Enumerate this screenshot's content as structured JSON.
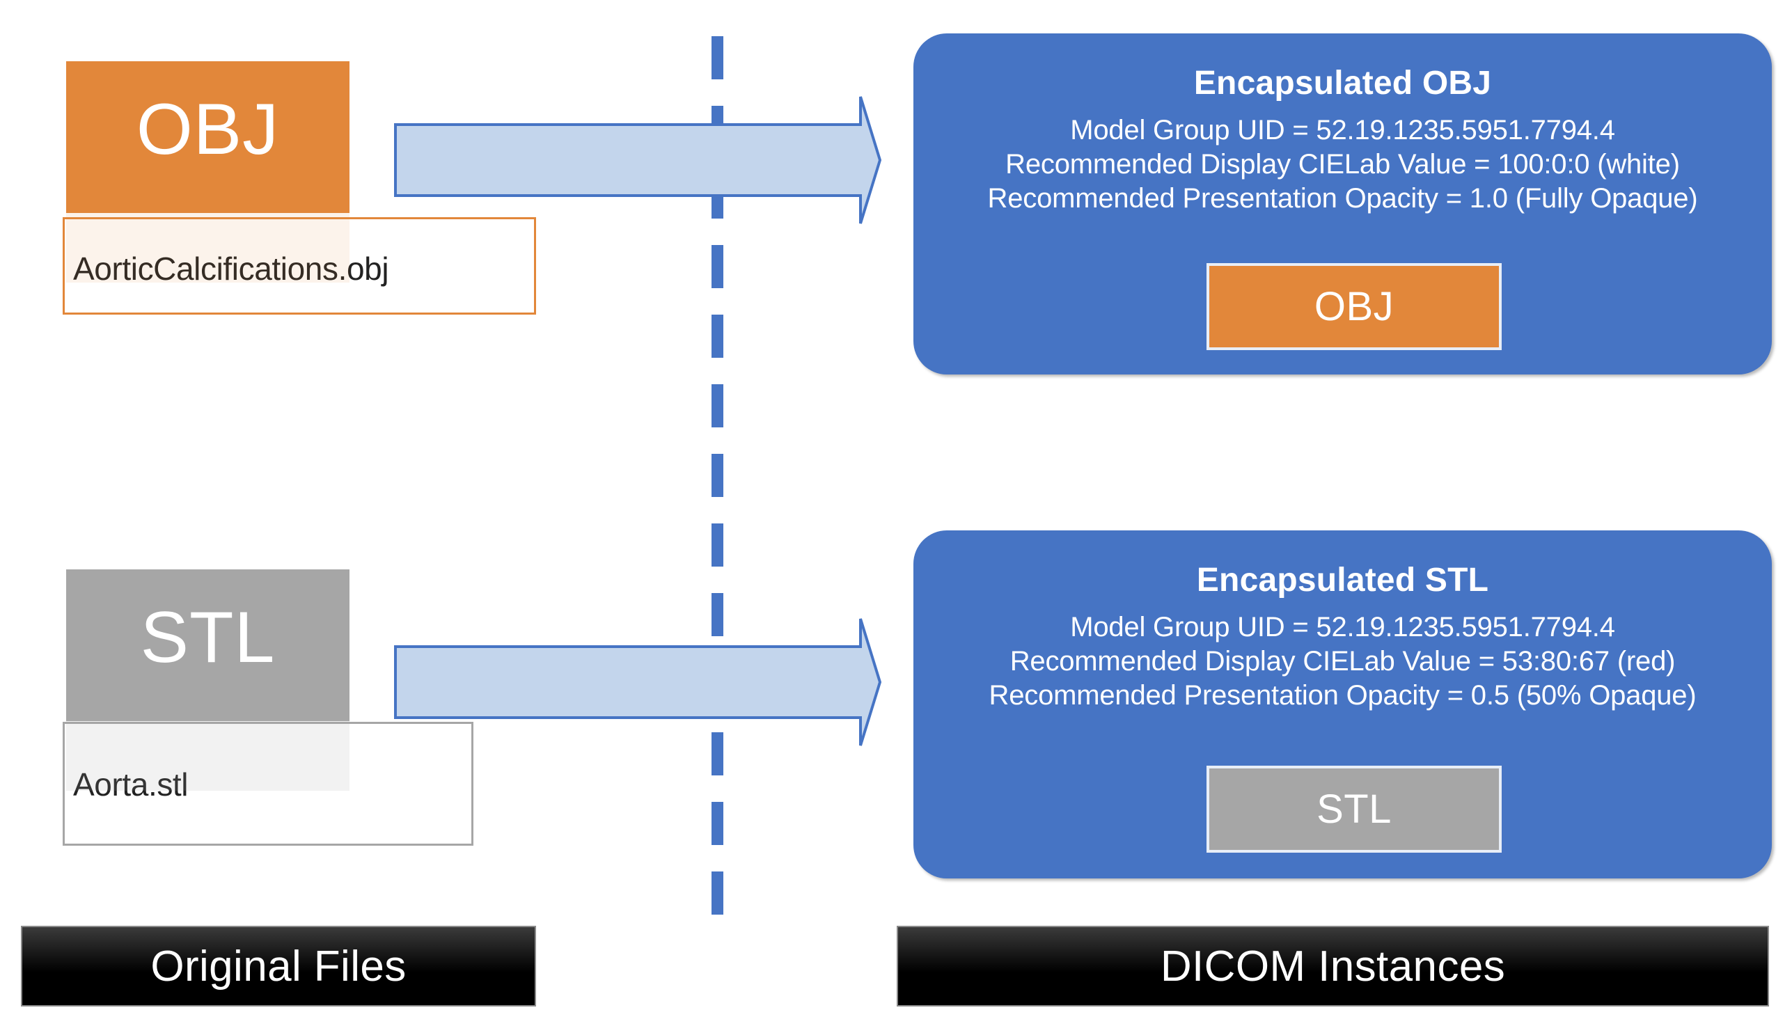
{
  "divider": {
    "name": "vertical-dashed-divider",
    "color": "#4674C4"
  },
  "colors": {
    "panel_blue": "#4674C4",
    "obj_orange": "#E2873A",
    "stl_gray": "#A6A6A6",
    "arrow_fill": "#C3D5EC",
    "arrow_stroke": "#4674C4",
    "banner_black": "#000000"
  },
  "source_files": [
    {
      "format_label": "OBJ",
      "file_name": "AorticCalcifications.obj",
      "tile_color": "#E2873A"
    },
    {
      "format_label": "STL",
      "file_name": "Aorta.stl",
      "tile_color": "#A6A6A6"
    }
  ],
  "arrows": [
    {
      "name": "conversion-arrow-obj"
    },
    {
      "name": "conversion-arrow-stl"
    }
  ],
  "panels": [
    {
      "title": "Encapsulated  OBJ",
      "lines": [
        "Model Group UID = 52.19.1235.5951.7794.4",
        "Recommended Display CIELab Value = 100:0:0  (white)",
        "Recommended Presentation Opacity = 1.0 (Fully Opaque)"
      ],
      "badge_label": "OBJ",
      "badge_color": "#E2873A"
    },
    {
      "title": "Encapsulated  STL",
      "lines": [
        "Model Group UID = 52.19.1235.5951.7794.4",
        "Recommended Display CIELab Value = 53:80:67  (red)",
        "Recommended Presentation Opacity = 0.5 (50% Opaque)"
      ],
      "badge_label": "STL",
      "badge_color": "#A6A6A6"
    }
  ],
  "banners": {
    "left": "Original Files",
    "right": "DICOM Instances"
  }
}
